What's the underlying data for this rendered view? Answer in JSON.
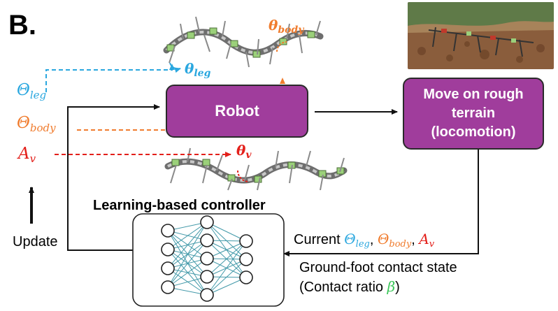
{
  "panel_label": "B.",
  "boxes": {
    "robot": "Robot",
    "terrain_line1": "Move on rough",
    "terrain_line2": "terrain",
    "terrain_line3": "(locomotion)"
  },
  "params": {
    "leg_symbol": "Θ",
    "leg_sub": "leg",
    "body_symbol": "Θ",
    "body_sub": "body",
    "av_symbol": "A",
    "av_sub": "v"
  },
  "thetas": {
    "body_symbol": "θ",
    "body_sub": "body",
    "leg_symbol": "θ",
    "leg_sub": "leg",
    "v_symbol": "θ",
    "v_sub": "v"
  },
  "controller_title": "Learning-based controller",
  "update_label": "Update",
  "feedback": {
    "current_prefix": "Current ",
    "sep": ", ",
    "contact_state": "Ground-foot contact state",
    "ratio_prefix": "(Contact ratio ",
    "beta": "β",
    "ratio_suffix": ")"
  },
  "colors": {
    "box_fill": "#a03d9c",
    "leg": "#2aa7df",
    "body": "#f07c2e",
    "av": "#e3201b",
    "beta": "#3cc75a",
    "nn_lines": "#2f8fa0"
  }
}
